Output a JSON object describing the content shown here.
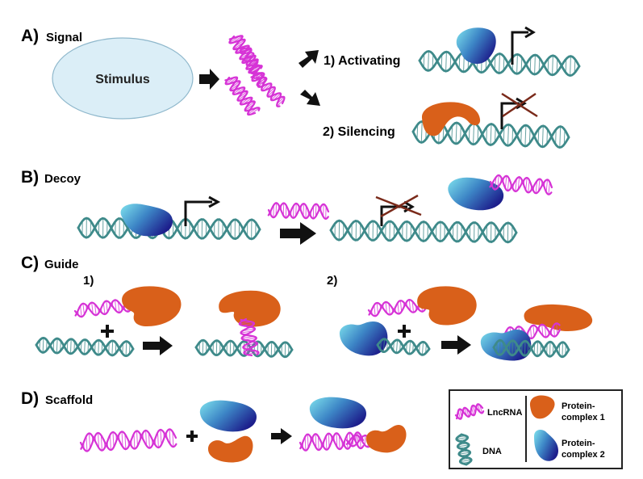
{
  "panels": {
    "a": {
      "letter": "A)",
      "title": "Signal",
      "stimulus": "Stimulus",
      "activating": "1) Activating",
      "silencing": "2) Silencing"
    },
    "b": {
      "letter": "B)",
      "title": "Decoy"
    },
    "c": {
      "letter": "C)",
      "title": "Guide",
      "sub1": "1)",
      "sub2": "2)"
    },
    "d": {
      "letter": "D)",
      "title": "Scaffold"
    }
  },
  "legend": {
    "lncrna": "LncRNA",
    "dna": "DNA",
    "protein1_line1": "Protein-",
    "protein1_line2": "complex 1",
    "protein2_line1": "Protein-",
    "protein2_line2": "complex 2"
  },
  "colors": {
    "lncrna": "#d633d6",
    "dna": "#3e8a8a",
    "protein1": "#d9601a",
    "protein2_light": "#7fe3ee",
    "protein2_dark": "#1d1f8c",
    "stimulus_fill": "#dbeef7",
    "arrow": "#111111",
    "cross": "#7a2a1a"
  }
}
